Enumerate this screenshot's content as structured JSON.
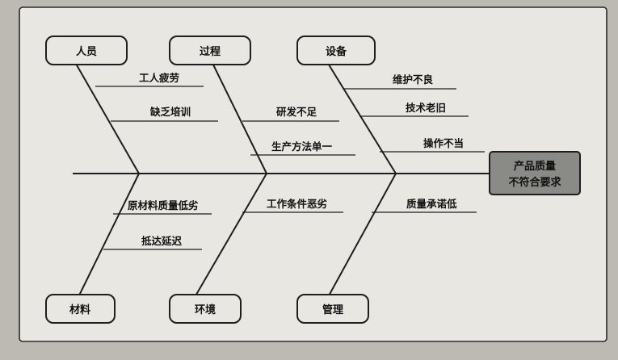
{
  "diagram": {
    "categories": {
      "people": "人员",
      "process": "过程",
      "equipment": "设备",
      "material": "材料",
      "environment": "环境",
      "management": "管理"
    },
    "effect": {
      "line1": "产品质量",
      "line2": "不符合要求"
    },
    "causes": {
      "worker_fatigue": "工人疲劳",
      "lack_training": "缺乏培训",
      "insufficient_rd": "研发不足",
      "single_method": "生产方法单一",
      "poor_maintenance": "维护不良",
      "aging_technology": "技术老旧",
      "improper_operation": "操作不当",
      "poor_raw_material": "原材料质量低劣",
      "late_arrival": "抵达延迟",
      "bad_conditions": "工作条件恶劣",
      "low_commitment": "质量承诺低"
    }
  }
}
